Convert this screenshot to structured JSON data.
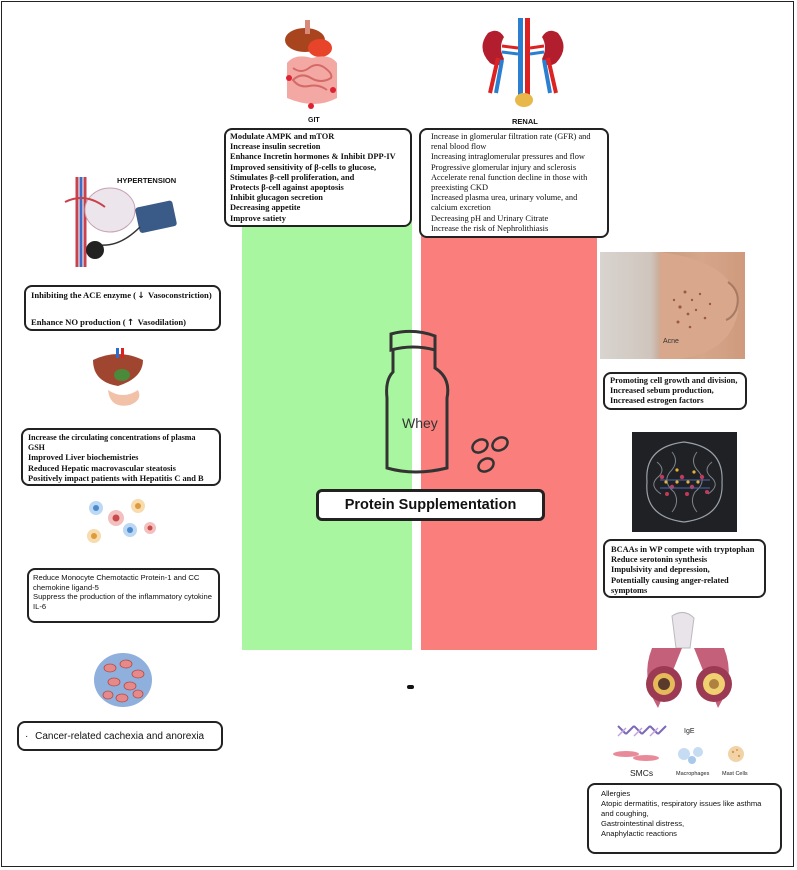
{
  "title": "Protein Supplementation",
  "center_label": "Whey",
  "git": {
    "label": "GIT",
    "items": [
      "Modulate AMPK and mTOR",
      "Increase insulin secretion",
      "Enhance Incretin hormones & Inhibit DPP-IV",
      "Improved sensitivity of β-cells to glucose,",
      "Stimulates β-cell proliferation, and",
      "Protects β-cell against apoptosis",
      "Inhibit glucagon secretion",
      "Decreasing appetite",
      "Improve satiety"
    ]
  },
  "renal": {
    "label": "RENAL",
    "items": [
      "Increase in glomerular filtration rate (GFR) and renal blood flow",
      "Increasing intraglomerular pressures and flow",
      "Progressive glomerular injury and sclerosis",
      "Accelerate renal function decline in those with preexisting CKD",
      "Increased plasma urea, urinary volume, and calcium excretion",
      "Decreasing pH and Urinary Citrate",
      "Increase the risk of Nephrolithiasis"
    ]
  },
  "hypertension": {
    "label": "HYPERTENSION",
    "line1_a": "Inhibiting the ACE enzyme (",
    "line1_b": "Vasoconstriction)",
    "line2_a": "Enhance NO production (",
    "line2_b": "Vasodilation)"
  },
  "liver": {
    "items": [
      "Increase the circulating concentrations of plasma GSH",
      "Improved Liver biochemistries",
      "Reduced Hepatic macrovascular steatosis",
      "Positively impact patients with Hepatitis C and B"
    ]
  },
  "immune": {
    "items": [
      "Reduce Monocyte Chemotactic Protein-1 and CC chemokine ligand-5",
      "Suppress the production of the inflammatory cytokine IL-6"
    ]
  },
  "cancer": {
    "bullet": "·",
    "text": "Cancer-related cachexia and anorexia"
  },
  "acne": {
    "photo_label": "Acne",
    "items": [
      "Promoting cell growth and division,",
      "Increased sebum production,",
      "Increased estrogen factors"
    ]
  },
  "brain": {
    "items": [
      "BCAAs in WP compete with tryptophan",
      "Reduce serotonin synthesis",
      "Impulsivity and depression,",
      "Potentially causing anger-related symptoms"
    ]
  },
  "allergy": {
    "ige_label": "IgE",
    "smc_label": "SMCs",
    "macrophage_label": "Macrophages",
    "mast_label": "Mast Cells",
    "items": [
      "Allergies",
      "Atopic dermatitis, respiratory issues like asthma and coughing,",
      "Gastrointestinal distress,",
      "Anaphylactic reactions"
    ]
  },
  "colors": {
    "green": "#a8f7a0",
    "red": "#fa7e7c",
    "border": "#222222"
  }
}
